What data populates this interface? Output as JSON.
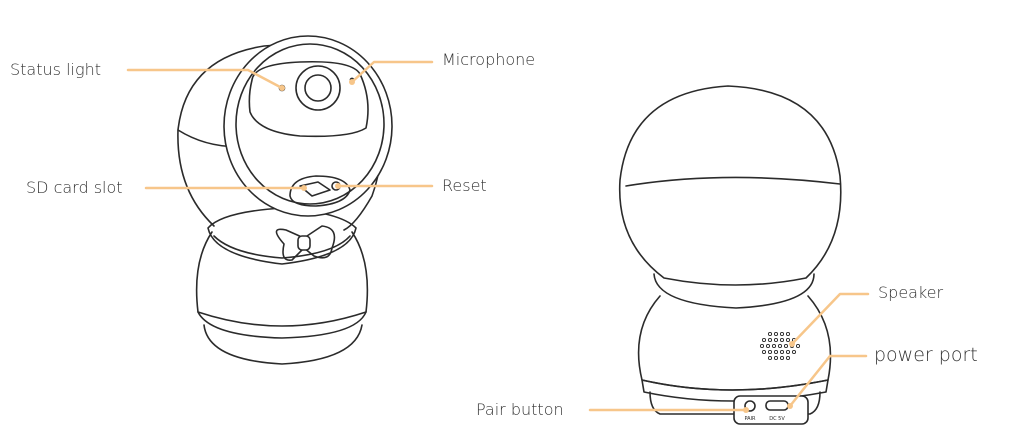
{
  "accent_color": "#f7c68a",
  "outline_color": "#2b2b2b",
  "front_view": {
    "callouts": {
      "status_light": "Status light",
      "microphone": "Microphone",
      "sd_card_slot": "SD card slot",
      "reset": "Reset"
    }
  },
  "back_view": {
    "callouts": {
      "speaker": "Speaker",
      "power_port": "power port",
      "pair_button": "Pair button"
    },
    "port_labels": {
      "pair": "PAIR",
      "power": "DC 5V"
    }
  }
}
